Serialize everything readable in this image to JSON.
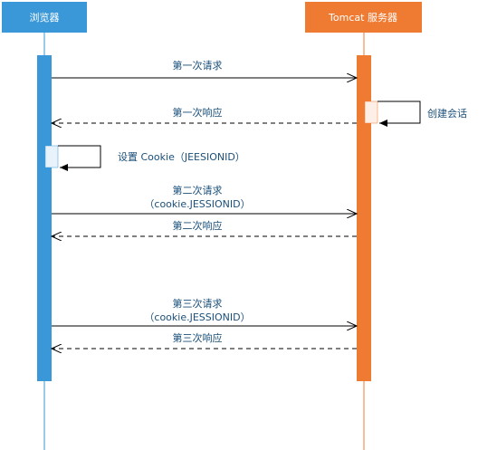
{
  "participants": {
    "browser": {
      "label": "浏览器",
      "color": "#3a98d8"
    },
    "server": {
      "label": "Tomcat 服务器",
      "color": "#ef7b32"
    }
  },
  "messages": {
    "m1": {
      "text": "第一次请求"
    },
    "r1": {
      "text": "第一次响应"
    },
    "self_server": {
      "text": "创建会话"
    },
    "self_browser": {
      "text": "设置 Cookie（JEESIONID）"
    },
    "m2": {
      "line1": "第二次请求",
      "line2": "（cookie.JESSIONID）"
    },
    "r2": {
      "text": "第二次响应"
    },
    "m3": {
      "line1": "第三次请求",
      "line2": "（cookie.JESSIONID）"
    },
    "r3": {
      "text": "第三次响应"
    }
  }
}
